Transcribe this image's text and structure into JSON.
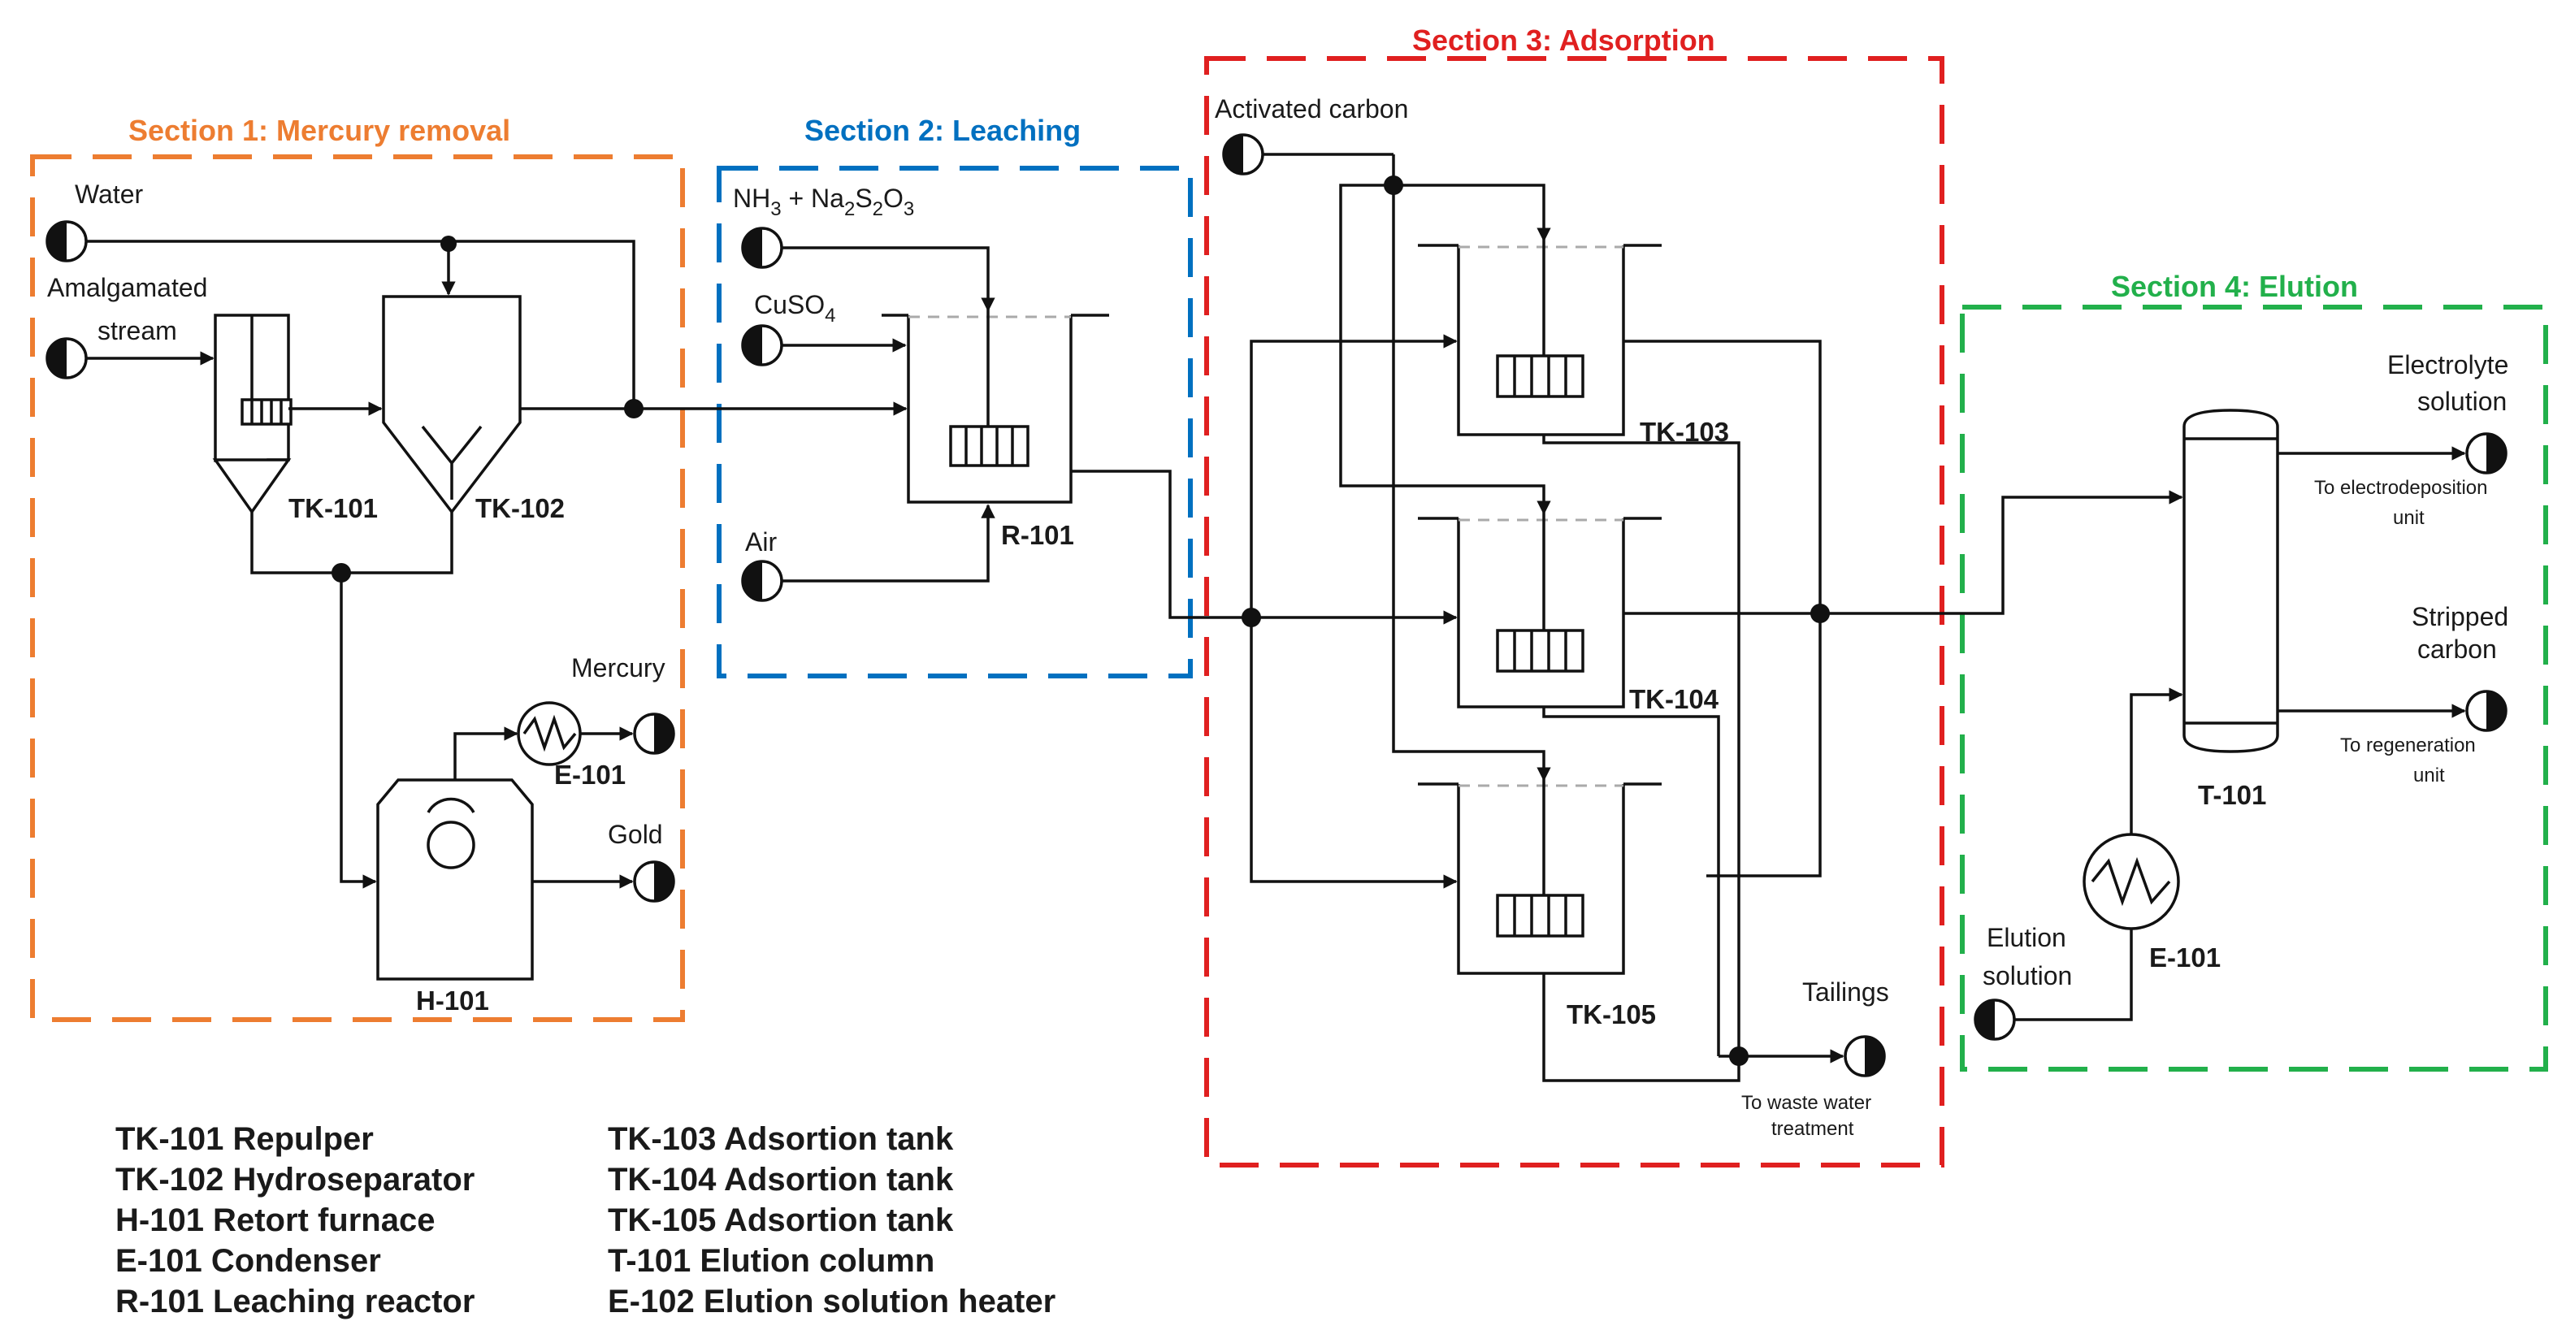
{
  "colors": {
    "section1": "#ed7d31",
    "section2": "#0070c0",
    "section3": "#e02020",
    "section4": "#22b04b",
    "line": "#111111"
  },
  "sections": {
    "s1": "Section 1: Mercury removal",
    "s2": "Section 2: Leaching",
    "s3": "Section 3: Adsorption",
    "s4": "Section 4: Elution"
  },
  "streams": {
    "water": "Water",
    "amalgamated1": "Amalgamated",
    "amalgamated2": "stream",
    "nh3_a": "NH",
    "nh3_sub1": "3",
    "nh3_b": " + Na",
    "nh3_sub2": "2",
    "nh3_c": "S",
    "nh3_sub3": "2",
    "nh3_d": "O",
    "nh3_sub4": "3",
    "cuso4_a": "CuSO",
    "cuso4_sub": "4",
    "air": "Air",
    "mercury": "Mercury",
    "gold": "Gold",
    "activated_carbon": "Activated carbon",
    "tailings": "Tailings",
    "waste_water1": "To waste  water",
    "waste_water2": "treatment",
    "electrolyte1": "Electrolyte",
    "electrolyte2": "solution",
    "electrodep1": "To electrodeposition",
    "electrodep2": "unit",
    "stripped1": "Stripped",
    "stripped2": "carbon",
    "regen1": "To regeneration",
    "regen2": "unit",
    "elution1": "Elution",
    "elution2": "solution"
  },
  "equipment": {
    "tk101": "TK-101",
    "tk102": "TK-102",
    "h101": "H-101",
    "e101a": "E-101",
    "r101": "R-101",
    "tk103": "TK-103",
    "tk104": "TK-104",
    "tk105": "TK-105",
    "t101": "T-101",
    "e101b": "E-101"
  },
  "legend": {
    "col1": [
      "TK-101 Repulper",
      "TK-102 Hydroseparator",
      "H-101 Retort furnace",
      "E-101 Condenser",
      "R-101 Leaching reactor"
    ],
    "col2": [
      "TK-103 Adsortion tank",
      "TK-104 Adsortion tank",
      "TK-105 Adsortion tank",
      "T-101 Elution column",
      "E-102 Elution solution heater"
    ]
  }
}
